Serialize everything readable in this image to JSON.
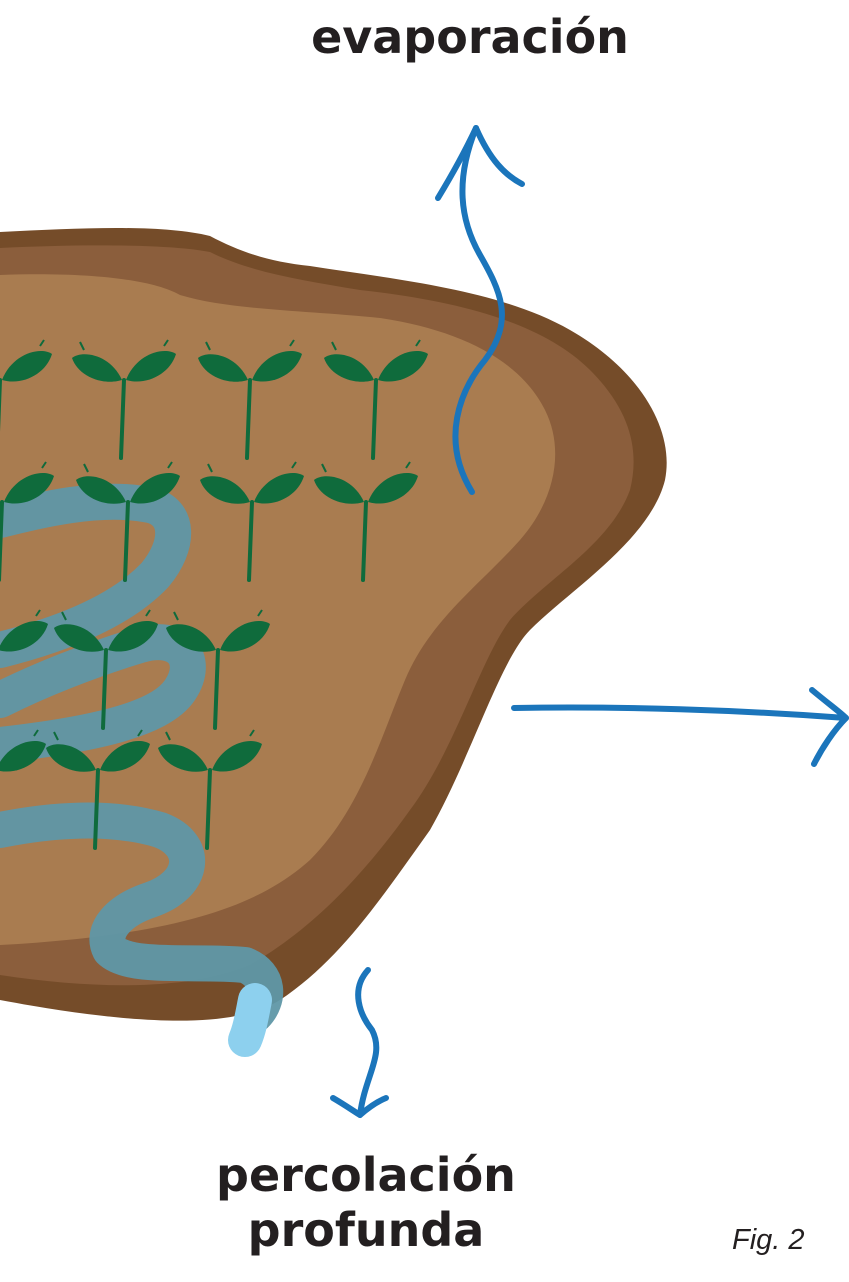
{
  "labels": {
    "evaporation": "evaporación",
    "percolation_line1": "percolación",
    "percolation_line2": "profunda",
    "figure": "Fig. 2"
  },
  "colors": {
    "soil_outer": "#754c29",
    "soil_middle": "#8b5e3c",
    "soil_inner": "#a97c50",
    "plant": "#0f6b3c",
    "water_path": "#5f97a6",
    "water_drop": "#8dd0ee",
    "arrow": "#1b75bb",
    "text": "#231f20"
  },
  "icons": {
    "plant": "seedling-icon",
    "arrow": "arrow-icon"
  }
}
